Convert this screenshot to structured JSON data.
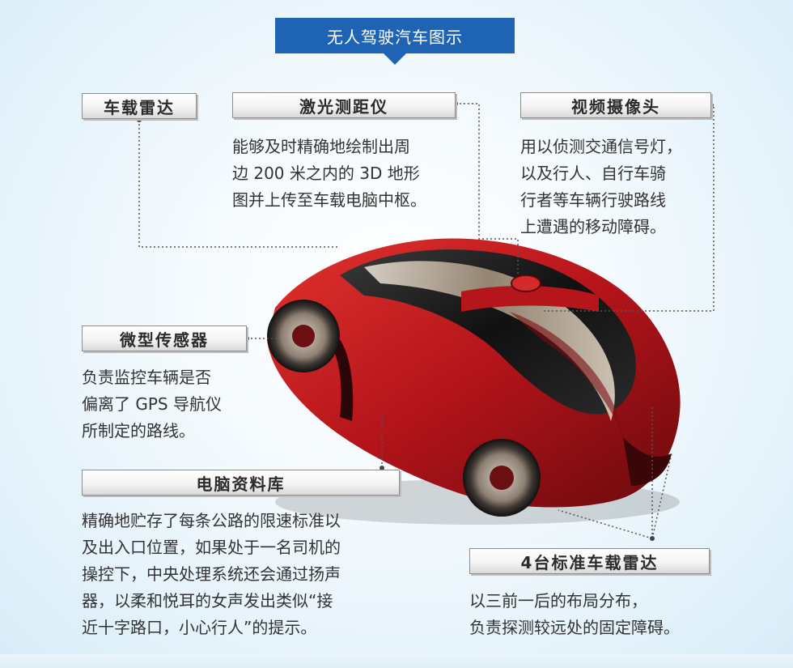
{
  "title": "无人驾驶汽车图示",
  "labels": {
    "radar": "车载雷达",
    "lidar": "激光测距仪",
    "camera": "视频摄像头",
    "micro_sensor": "微型传感器",
    "computer_db": "电脑资料库",
    "four_radar": "4台标准车载雷达"
  },
  "descriptions": {
    "lidar": [
      "能够及时精确地绘制出周",
      "边 200 米之内的 3D 地形",
      "图并上传至车载电脑中枢。"
    ],
    "camera": [
      "用以侦测交通信号灯，",
      "以及行人、自行车骑",
      "行者等车辆行驶路线",
      "上遭遇的移动障碍。"
    ],
    "micro_sensor": [
      "负责监控车辆是否",
      "偏离了 GPS 导航仪",
      "所制定的路线。"
    ],
    "computer_db": [
      "精确地贮存了每条公路的限速标准以",
      "及出入口位置，如果处于一名司机的",
      "操控下，中央处理系统还会通过扬声",
      "器，以柔和悦耳的女声发出类似“接",
      "近十字路口，小心行人”的提示。"
    ],
    "four_radar": [
      "以三前一后的布局分布，",
      "负责探测较远处的固定障碍。"
    ]
  },
  "colors": {
    "banner": "#1e63b4",
    "car_body": "#c0191f",
    "car_dark": "#7a0c10",
    "window": "#1b1b1b",
    "chrome": "#c8b9a6"
  }
}
